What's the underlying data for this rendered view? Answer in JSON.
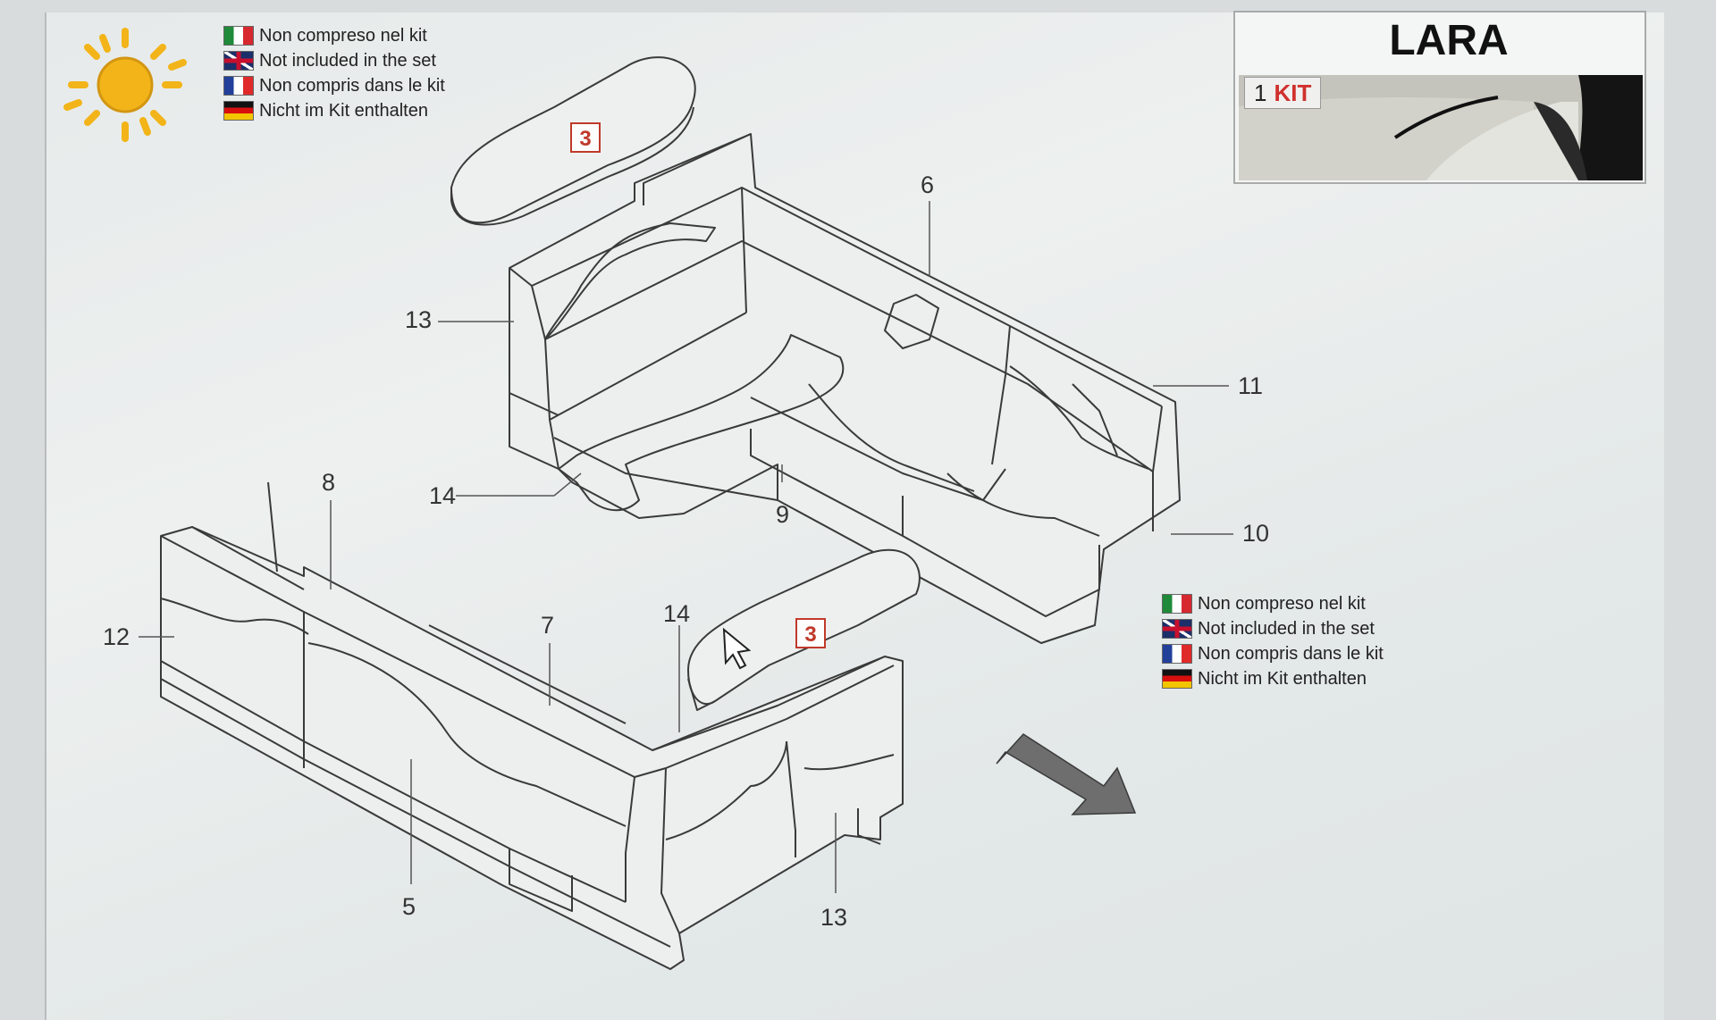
{
  "legend_lines": [
    {
      "flag": "it",
      "text": "Non compreso nel kit"
    },
    {
      "flag": "uk",
      "text": "Not included in the set"
    },
    {
      "flag": "fr",
      "text": "Non compris dans le kit"
    },
    {
      "flag": "de",
      "text": "Nicht im Kit enthalten"
    }
  ],
  "model": {
    "name": "LARA",
    "kit_number": "1",
    "kit_label": "KIT"
  },
  "part_numbers": {
    "p6": "6",
    "p13a": "13",
    "p11": "11",
    "p8": "8",
    "p14a": "14",
    "p9": "9",
    "p10": "10",
    "p12": "12",
    "p7": "7",
    "p14b": "14",
    "p5": "5",
    "p13b": "13"
  },
  "cushion_part": "3",
  "colors": {
    "label_red": "#c0392b",
    "sun": "#f2b418",
    "arrow": "#6e6e6e"
  },
  "icons": [
    "sun-icon",
    "arrow-icon",
    "cursor-icon"
  ]
}
